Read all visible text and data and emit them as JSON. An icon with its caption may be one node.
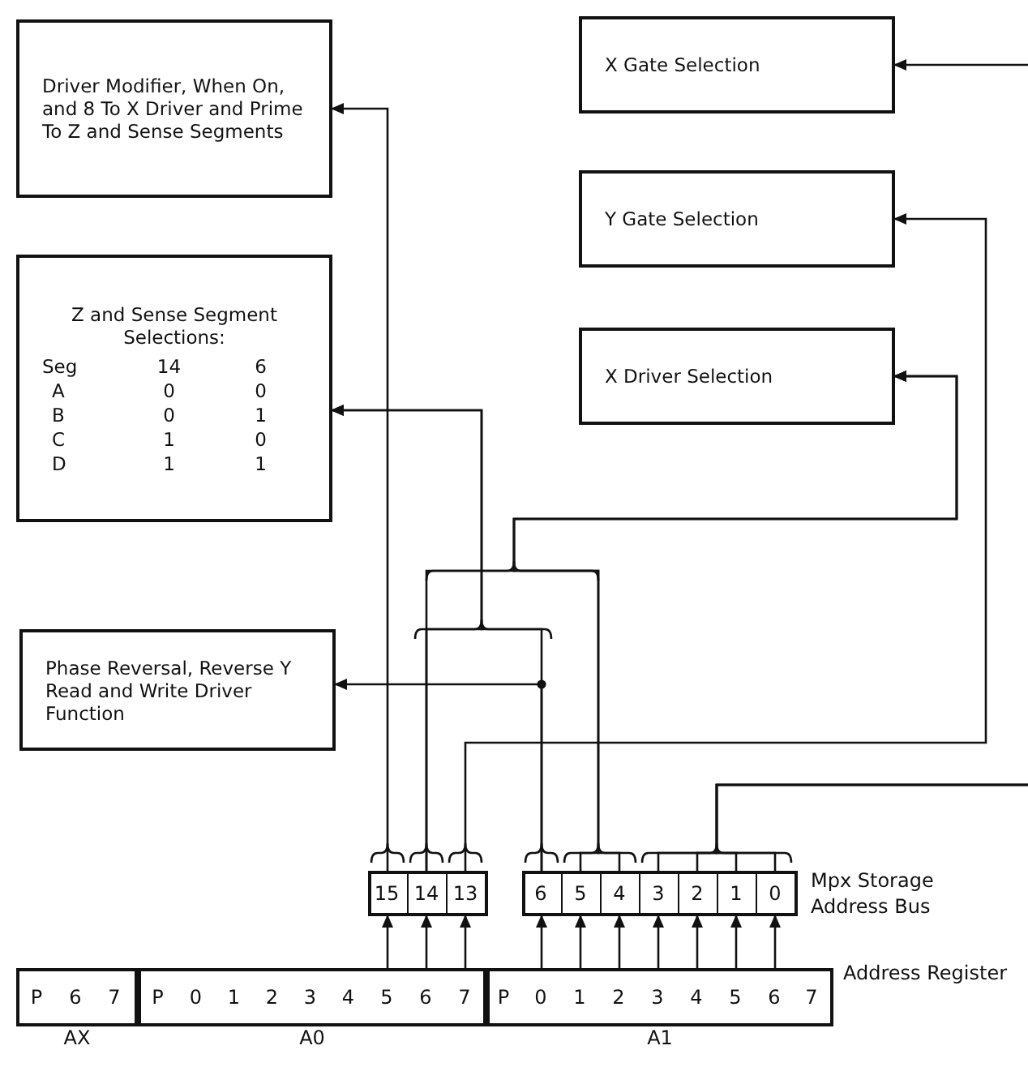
{
  "diagram": {
    "nodes": [
      {
        "text": [
          "Driver Modifier, When On, and 8 To X Driver and Prime To Z and Sense Segments"
        ]
      },
      {
        "text": [
          "X Gate Selection"
        ]
      },
      {
        "text": [
          "Y Gate Selection"
        ]
      },
      {
        "text": [
          "Z and Sense Segment Selections:",
          "Seg",
          "14",
          "6",
          "A",
          "0",
          "0",
          "B",
          "0",
          "1",
          "C",
          "1",
          "0",
          "D",
          "1",
          "1"
        ]
      },
      {
        "text": [
          "X Driver Selection"
        ]
      },
      {
        "text": [
          "Phase Reversal, Reverse Y Read and Write Driver Function"
        ]
      },
      {
        "text": [],
        "shape": "box"
      },
      {
        "text": [
          "15"
        ],
        "in": 6
      },
      {
        "text": [
          "14"
        ],
        "in": 6
      },
      {
        "text": [
          "13"
        ],
        "in": 6
      },
      {
        "text": [],
        "shape": "box"
      },
      {
        "text": [
          "6"
        ],
        "in": 10
      },
      {
        "text": [
          "5"
        ],
        "in": 10
      },
      {
        "text": [
          "4"
        ],
        "in": 10
      },
      {
        "text": [
          "3"
        ],
        "in": 10
      },
      {
        "text": [
          "2"
        ],
        "in": 10
      },
      {
        "text": [
          "1"
        ],
        "in": 10
      },
      {
        "text": [
          "0"
        ],
        "in": 10
      },
      {
        "text": [
          "AX"
        ]
      },
      {
        "text": [
          "P"
        ],
        "in": 18
      },
      {
        "text": [
          "6"
        ],
        "in": 18
      },
      {
        "text": [
          "7"
        ],
        "in": 18
      },
      {
        "text": [
          "A0"
        ]
      },
      {
        "text": [
          "P"
        ],
        "in": 22
      },
      {
        "text": [
          "0"
        ],
        "in": 22
      },
      {
        "text": [
          "1"
        ],
        "in": 22
      },
      {
        "text": [
          "2"
        ],
        "in": 22
      },
      {
        "text": [
          "3"
        ],
        "in": 22
      },
      {
        "text": [
          "4"
        ],
        "in": 22
      },
      {
        "text": [
          "5"
        ],
        "in": 22
      },
      {
        "text": [
          "6"
        ],
        "in": 22
      },
      {
        "text": [
          "7"
        ],
        "in": 22
      },
      {
        "text": [
          "A1"
        ]
      },
      {
        "text": [
          "P"
        ],
        "in": 32
      },
      {
        "text": [
          "0"
        ],
        "in": 32
      },
      {
        "text": [
          "1"
        ],
        "in": 32
      },
      {
        "text": [
          "2"
        ],
        "in": 32
      },
      {
        "text": [
          "3"
        ],
        "in": 32
      },
      {
        "text": [
          "4"
        ],
        "in": 32
      },
      {
        "text": [
          "5"
        ],
        "in": 32
      },
      {
        "text": [
          "6"
        ],
        "in": 32
      },
      {
        "text": [
          "7"
        ],
        "in": 32
      }
    ],
    "edges": [
      {
        "from": 29,
        "to": 7,
        "arrow": "to"
      },
      {
        "from": 30,
        "to": 8,
        "arrow": "to"
      },
      {
        "from": 31,
        "to": 9,
        "arrow": "to"
      },
      {
        "from": 34,
        "to": 11,
        "arrow": "to"
      },
      {
        "from": 35,
        "to": 12,
        "arrow": "to"
      },
      {
        "from": 36,
        "to": 13,
        "arrow": "to"
      },
      {
        "from": 37,
        "to": 14,
        "arrow": "to"
      },
      {
        "from": 38,
        "to": 15,
        "arrow": "to"
      },
      {
        "from": 39,
        "to": 16,
        "arrow": "to"
      },
      {
        "from": 40,
        "to": 17,
        "arrow": "to"
      },
      {
        "from": 7,
        "to": 0,
        "arrow": "to"
      },
      {
        "from": 8,
        "to": 3,
        "arrow": "to"
      },
      {
        "from": 11,
        "to": 3,
        "arrow": "to"
      },
      {
        "from": 8,
        "to": 4,
        "arrow": "to"
      },
      {
        "from": 12,
        "to": 4,
        "arrow": "to"
      },
      {
        "from": 13,
        "to": 4,
        "arrow": "to"
      },
      {
        "from": 11,
        "to": 5,
        "arrow": "to"
      },
      {
        "from": 9,
        "to": 2,
        "arrow": "to"
      },
      {
        "from": 14,
        "to": null,
        "arrow": "none"
      },
      {
        "from": 15,
        "to": null,
        "arrow": "none"
      },
      {
        "from": 16,
        "to": null,
        "arrow": "none"
      },
      {
        "from": 17,
        "to": null,
        "arrow": "none"
      },
      {
        "from": null,
        "to": 1,
        "arrow": "to"
      }
    ],
    "labels": [
      "Mpx Storage Address Bus",
      "Address Register"
    ]
  }
}
